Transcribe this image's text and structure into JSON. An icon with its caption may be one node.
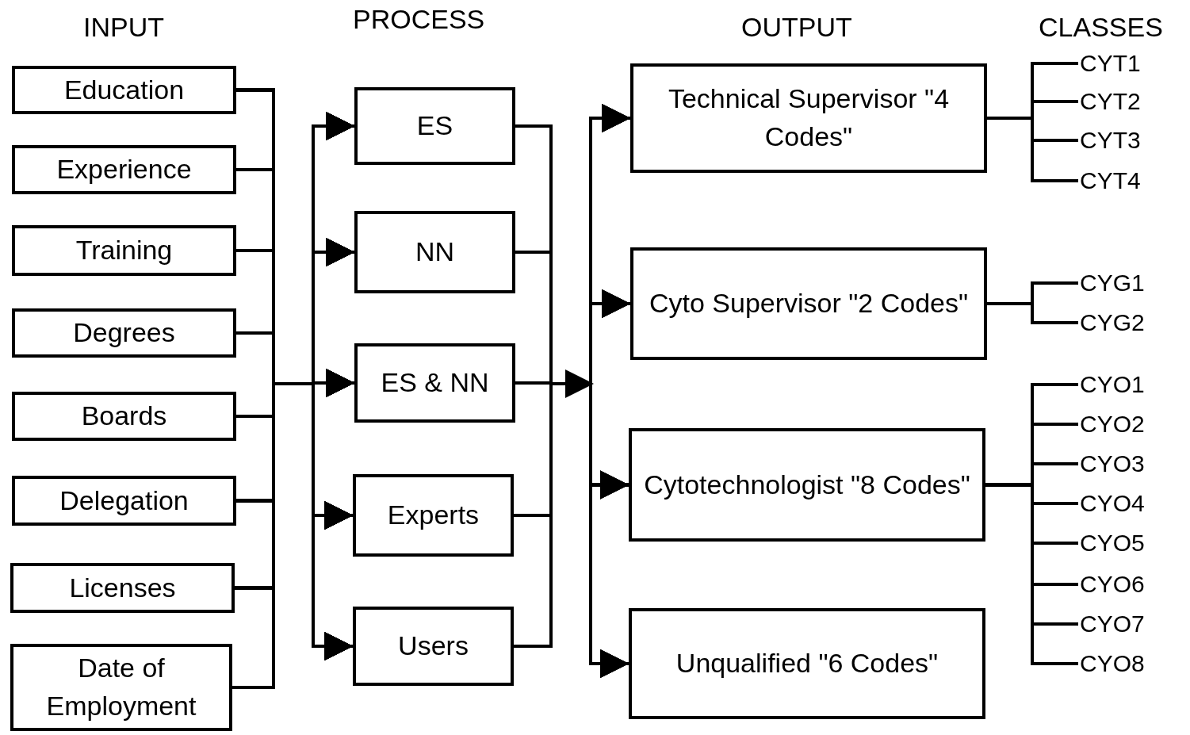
{
  "diagram": {
    "nodes": [
      {
        "text": [
          "Education"
        ]
      },
      {
        "text": [
          "Experience"
        ]
      },
      {
        "text": [
          "Training"
        ]
      },
      {
        "text": [
          "Degrees"
        ]
      },
      {
        "text": [
          "Boards"
        ]
      },
      {
        "text": [
          "Delegation"
        ]
      },
      {
        "text": [
          "Licenses"
        ]
      },
      {
        "text": [
          "Date of Employment"
        ]
      },
      {
        "text": [
          "ES"
        ]
      },
      {
        "text": [
          "NN"
        ]
      },
      {
        "text": [
          "ES & NN"
        ]
      },
      {
        "text": [
          "Experts"
        ]
      },
      {
        "text": [
          "Users"
        ]
      },
      {
        "text": [
          "Technical Supervisor \"4 Codes\""
        ]
      },
      {
        "text": [
          "Cyto Supervisor \"2 Codes\""
        ]
      },
      {
        "text": [
          "Cytotechnologist \"8 Codes\""
        ]
      },
      {
        "text": [
          "Unqualified \"6 Codes\""
        ]
      },
      {
        "text": [
          "CYT1"
        ]
      },
      {
        "text": [
          "CYT2"
        ]
      },
      {
        "text": [
          "CYT3"
        ]
      },
      {
        "text": [
          "CYT4"
        ]
      },
      {
        "text": [
          "CYG1"
        ]
      },
      {
        "text": [
          "CYG2"
        ]
      },
      {
        "text": [
          "CYO1"
        ]
      },
      {
        "text": [
          "CYO2"
        ]
      },
      {
        "text": [
          "CYO3"
        ]
      },
      {
        "text": [
          "CYO4"
        ]
      },
      {
        "text": [
          "CYO5"
        ]
      },
      {
        "text": [
          "CYO6"
        ]
      },
      {
        "text": [
          "CYO7"
        ]
      },
      {
        "text": [
          "CYO8"
        ]
      }
    ],
    "edges": [
      {
        "from": 0,
        "to": 8,
        "arrow": "to"
      },
      {
        "from": 0,
        "to": 9,
        "arrow": "to"
      },
      {
        "from": 0,
        "to": 10,
        "arrow": "to"
      },
      {
        "from": 0,
        "to": 11,
        "arrow": "to"
      },
      {
        "from": 0,
        "to": 12,
        "arrow": "to"
      },
      {
        "from": 1,
        "to": 8,
        "arrow": "to"
      },
      {
        "from": 1,
        "to": 9,
        "arrow": "to"
      },
      {
        "from": 1,
        "to": 10,
        "arrow": "to"
      },
      {
        "from": 1,
        "to": 11,
        "arrow": "to"
      },
      {
        "from": 1,
        "to": 12,
        "arrow": "to"
      },
      {
        "from": 2,
        "to": 8,
        "arrow": "to"
      },
      {
        "from": 2,
        "to": 9,
        "arrow": "to"
      },
      {
        "from": 2,
        "to": 10,
        "arrow": "to"
      },
      {
        "from": 2,
        "to": 11,
        "arrow": "to"
      },
      {
        "from": 2,
        "to": 12,
        "arrow": "to"
      },
      {
        "from": 3,
        "to": 8,
        "arrow": "to"
      },
      {
        "from": 3,
        "to": 9,
        "arrow": "to"
      },
      {
        "from": 3,
        "to": 10,
        "arrow": "to"
      },
      {
        "from": 3,
        "to": 11,
        "arrow": "to"
      },
      {
        "from": 3,
        "to": 12,
        "arrow": "to"
      },
      {
        "from": 4,
        "to": 8,
        "arrow": "to"
      },
      {
        "from": 4,
        "to": 9,
        "arrow": "to"
      },
      {
        "from": 4,
        "to": 10,
        "arrow": "to"
      },
      {
        "from": 4,
        "to": 11,
        "arrow": "to"
      },
      {
        "from": 4,
        "to": 12,
        "arrow": "to"
      },
      {
        "from": 5,
        "to": 8,
        "arrow": "to"
      },
      {
        "from": 5,
        "to": 9,
        "arrow": "to"
      },
      {
        "from": 5,
        "to": 10,
        "arrow": "to"
      },
      {
        "from": 5,
        "to": 11,
        "arrow": "to"
      },
      {
        "from": 5,
        "to": 12,
        "arrow": "to"
      },
      {
        "from": 6,
        "to": 8,
        "arrow": "to"
      },
      {
        "from": 6,
        "to": 9,
        "arrow": "to"
      },
      {
        "from": 6,
        "to": 10,
        "arrow": "to"
      },
      {
        "from": 6,
        "to": 11,
        "arrow": "to"
      },
      {
        "from": 6,
        "to": 12,
        "arrow": "to"
      },
      {
        "from": 7,
        "to": 8,
        "arrow": "to"
      },
      {
        "from": 7,
        "to": 9,
        "arrow": "to"
      },
      {
        "from": 7,
        "to": 10,
        "arrow": "to"
      },
      {
        "from": 7,
        "to": 11,
        "arrow": "to"
      },
      {
        "from": 7,
        "to": 12,
        "arrow": "to"
      },
      {
        "from": 8,
        "to": 13,
        "arrow": "to"
      },
      {
        "from": 8,
        "to": 14,
        "arrow": "to"
      },
      {
        "from": 8,
        "to": 15,
        "arrow": "to"
      },
      {
        "from": 8,
        "to": 16,
        "arrow": "to"
      },
      {
        "from": 9,
        "to": 13,
        "arrow": "to"
      },
      {
        "from": 9,
        "to": 14,
        "arrow": "to"
      },
      {
        "from": 9,
        "to": 15,
        "arrow": "to"
      },
      {
        "from": 9,
        "to": 16,
        "arrow": "to"
      },
      {
        "from": 10,
        "to": 13,
        "arrow": "to"
      },
      {
        "from": 10,
        "to": 14,
        "arrow": "to"
      },
      {
        "from": 10,
        "to": 15,
        "arrow": "to"
      },
      {
        "from": 10,
        "to": 16,
        "arrow": "to"
      },
      {
        "from": 11,
        "to": 13,
        "arrow": "to"
      },
      {
        "from": 11,
        "to": 14,
        "arrow": "to"
      },
      {
        "from": 11,
        "to": 15,
        "arrow": "to"
      },
      {
        "from": 11,
        "to": 16,
        "arrow": "to"
      },
      {
        "from": 12,
        "to": 13,
        "arrow": "to"
      },
      {
        "from": 12,
        "to": 14,
        "arrow": "to"
      },
      {
        "from": 12,
        "to": 15,
        "arrow": "to"
      },
      {
        "from": 12,
        "to": 16,
        "arrow": "to"
      },
      {
        "from": 13,
        "to": 17,
        "arrow": "none"
      },
      {
        "from": 13,
        "to": 18,
        "arrow": "none"
      },
      {
        "from": 13,
        "to": 19,
        "arrow": "none"
      },
      {
        "from": 13,
        "to": 20,
        "arrow": "none"
      },
      {
        "from": 14,
        "to": 21,
        "arrow": "none"
      },
      {
        "from": 14,
        "to": 22,
        "arrow": "none"
      },
      {
        "from": 15,
        "to": 23,
        "arrow": "none"
      },
      {
        "from": 15,
        "to": 24,
        "arrow": "none"
      },
      {
        "from": 15,
        "to": 25,
        "arrow": "none"
      },
      {
        "from": 15,
        "to": 26,
        "arrow": "none"
      },
      {
        "from": 15,
        "to": 27,
        "arrow": "none"
      },
      {
        "from": 15,
        "to": 28,
        "arrow": "none"
      },
      {
        "from": 15,
        "to": 29,
        "arrow": "none"
      },
      {
        "from": 15,
        "to": 30,
        "arrow": "none"
      }
    ],
    "labels": [
      "INPUT",
      "PROCESS",
      "OUTPUT",
      "CLASSES"
    ]
  }
}
